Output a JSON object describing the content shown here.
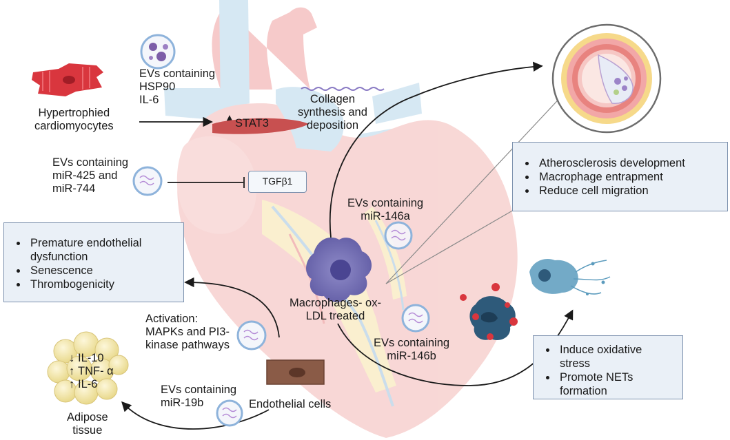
{
  "labels": {
    "hypertrophied": [
      "Hypertrophied",
      "cardiomyocytes"
    ],
    "evs_hsp90": [
      "EVs containing",
      "HSP90",
      "IL-6"
    ],
    "collagen": [
      "Collagen",
      "synthesis and",
      "deposition"
    ],
    "stat3": "STAT3",
    "evs_mir425": [
      "EVs containing",
      "miR-425 and",
      "miR-744"
    ],
    "tgfb1": "TGFβ1",
    "evs_mir146a": [
      "EVs containing",
      "miR-146a"
    ],
    "macrophages": [
      "Macrophages- ox-",
      "LDL treated"
    ],
    "evs_mir146b": [
      "EVs containing",
      "miR-146b"
    ],
    "activation": [
      "Activation:",
      "MAPKs and PI3-",
      "kinase pathways"
    ],
    "evs_mir19b": [
      "EVs containing",
      "miR-19b"
    ],
    "endothelial": "Endothelial cells",
    "adipose": [
      "Adipose",
      "tissue"
    ],
    "markers": [
      {
        "dir": "down",
        "text": "IL-10"
      },
      {
        "dir": "up",
        "text": "TNF- α"
      },
      {
        "dir": "up",
        "text": "IL-6"
      }
    ]
  },
  "boxes": {
    "atherosclerosis": [
      "Atherosclerosis development",
      "Macrophage entrapment",
      "Reduce cell migration"
    ],
    "endothelial_effects": [
      "Premature endothelial",
      "dysfunction",
      "Senescence",
      "Thrombogenicity"
    ],
    "oxidative": [
      "Induce oxidative",
      "stress",
      "Promote NETs",
      "formation"
    ]
  },
  "icons": [
    "heart-illustration",
    "cardiomyocyte-icon",
    "ev-vesicle-icon",
    "macrophage-icon",
    "endothelial-cell-icon",
    "adipose-tissue-icon",
    "artery-cross-section-icon",
    "neutrophil-net-icon",
    "ros-particle-icon"
  ],
  "colors": {
    "box_fill": "#eaf0f7",
    "box_border": "#7b90ad",
    "heart": "#f6c8c6",
    "vessel_blue": "#bcd9ea",
    "ev_outline": "#8eb3db",
    "macrophage": "#7a74b8",
    "arrow": "#1a1a1a"
  }
}
